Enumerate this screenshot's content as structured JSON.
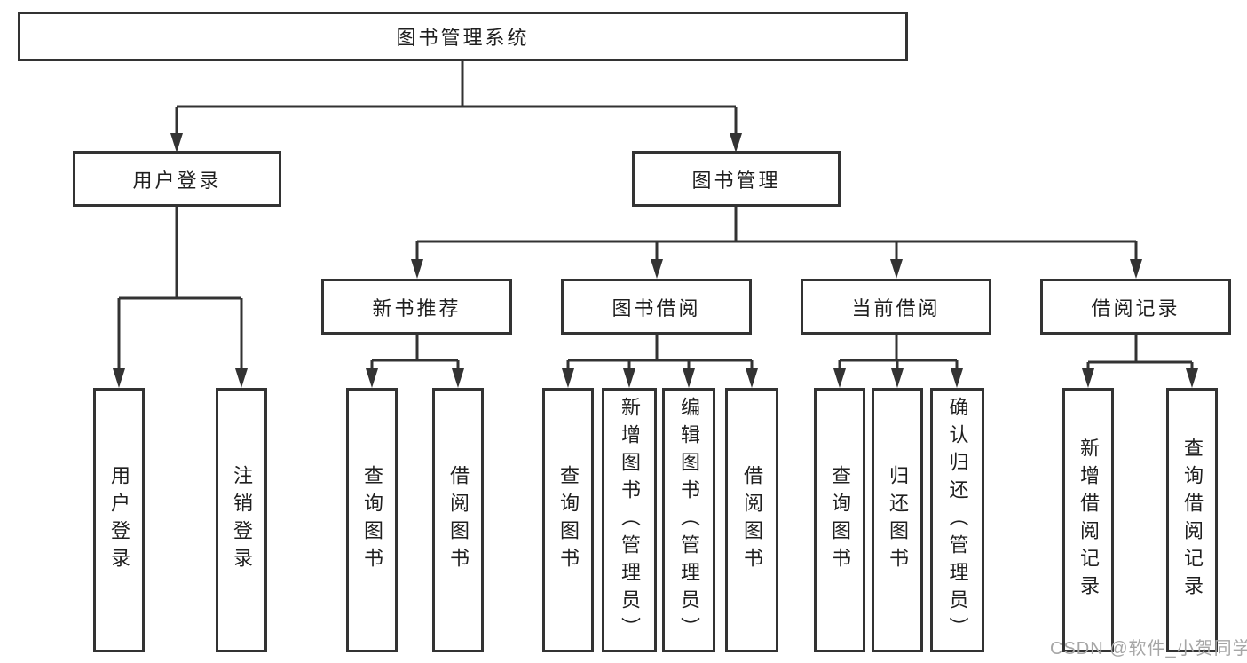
{
  "diagram": {
    "root": {
      "label": "图书管理系统"
    },
    "level2": [
      {
        "label": "用户登录"
      },
      {
        "label": "图书管理"
      }
    ],
    "level3": [
      {
        "label": "新书推荐"
      },
      {
        "label": "图书借阅"
      },
      {
        "label": "当前借阅"
      },
      {
        "label": "借阅记录"
      }
    ],
    "leaves": [
      {
        "label": "用户登录",
        "parent": "用户登录"
      },
      {
        "label": "注销登录",
        "parent": "用户登录"
      },
      {
        "label": "查询图书",
        "parent": "新书推荐"
      },
      {
        "label": "借阅图书",
        "parent": "新书推荐"
      },
      {
        "label": "查询图书",
        "parent": "图书借阅"
      },
      {
        "label": "新增图书（管理员）",
        "parent": "图书借阅"
      },
      {
        "label": "编辑图书（管理员）",
        "parent": "图书借阅"
      },
      {
        "label": "借阅图书",
        "parent": "图书借阅"
      },
      {
        "label": "查询图书",
        "parent": "当前借阅"
      },
      {
        "label": "归还图书",
        "parent": "当前借阅"
      },
      {
        "label": "确认归还（管理员）",
        "parent": "当前借阅"
      },
      {
        "label": "新增借阅记录",
        "parent": "借阅记录"
      },
      {
        "label": "查询借阅记录",
        "parent": "借阅记录"
      }
    ],
    "watermark": "CSDN @软件_小贺同学",
    "colors": {
      "line": "#333333",
      "border": "#333333",
      "text": "#1f1f1f",
      "background": "#ffffff",
      "watermark": "#a6a6a6"
    }
  }
}
